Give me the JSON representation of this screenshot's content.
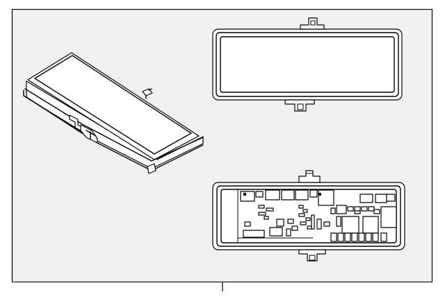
{
  "figure": {
    "background": "#f0f0f0",
    "line_color": "#000000",
    "parts": [
      {
        "id": "cover-perspective",
        "icon": "fuse-box-cover-isometric"
      },
      {
        "id": "cover-top",
        "icon": "fuse-box-cover-plan-view"
      },
      {
        "id": "fuse-box",
        "icon": "fuse-box-layout-plan-view"
      }
    ]
  }
}
